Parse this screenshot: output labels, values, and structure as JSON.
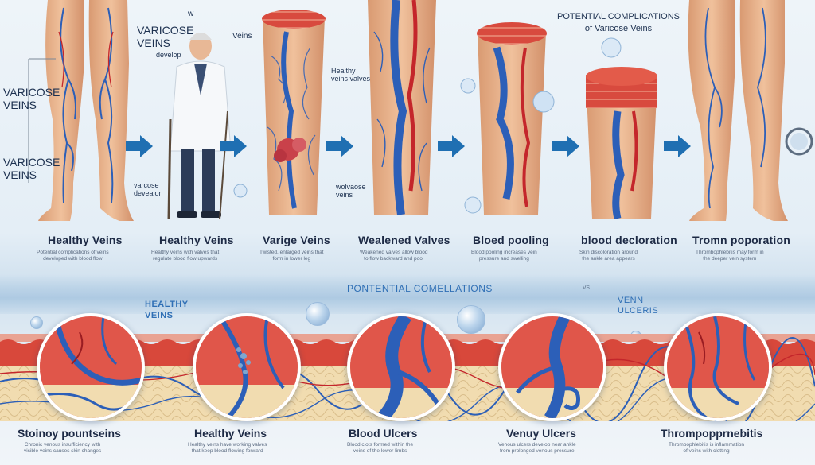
{
  "top_labels": {
    "varicose_veins_a": "VARICOSE\nVEINS",
    "varicose_veins_b": "VARICOSE\nVEINS",
    "varicose_develop": "VARICOSE\nVEINS",
    "develop_sub": "develop",
    "veins": "Veins",
    "healthy_veins_valves": "Healthy\nveins valves",
    "potential_complications_header": "POTENTIAL COMPLICATIONS\nof Varicose Veins",
    "varcose_devealon": "varcose\ndevealon",
    "wolvaose_veins": "wolvaose\nveins",
    "w_mark": "w"
  },
  "stages": [
    {
      "title": "Healthy Veins",
      "desc": "Potential complications of veins\ndeveloped with blood flow"
    },
    {
      "title": "Healthy Veins",
      "desc": "Healthy veins with valves that\nregulate blood flow upwards"
    },
    {
      "title": "Varige Veins",
      "desc": "Twisted, enlarged veins that\nform in lower leg"
    },
    {
      "title": "Wealened Valves",
      "desc": "Weakened valves allow blood\nto flow backward and pool"
    },
    {
      "title": "Bloed pooling",
      "desc": "Blood pooling increases vein\npressure and swelling"
    },
    {
      "title": "blood decloration",
      "desc": "Skin discoloration around\nthe ankle area appears"
    },
    {
      "title": "Tromn poporation",
      "desc": "Thrombophlebitis may form in\nthe deeper vein system"
    }
  ],
  "middle": {
    "banner": "PONTENTIAL COMELLATIONS",
    "healthy_veins": "HEALTHY\nVEINS",
    "venn_ulceris": "VENN\nULCERIS",
    "vs_mark": "vs"
  },
  "complications": [
    {
      "title": "Stoinoy pountseins",
      "desc": "Chronic venous insufficiency with\nvisible veins causes skin changes"
    },
    {
      "title": "Healthy Veins",
      "desc": "Healthy veins have working valves\nthat keep blood flowing forward"
    },
    {
      "title": "Blood Ulcers",
      "desc": "Blood clots formed within the\nveins of the lower limbs"
    },
    {
      "title": "Venuy Ulcers",
      "desc": "Venous ulcers develop near ankle\nfrom prolonged venous pressure"
    },
    {
      "title": "Thrompopprnebitis",
      "desc": "Thrombophlebitis is inflammation\nof veins with clotting"
    }
  ],
  "colors": {
    "vein_blue": "#2c5fb8",
    "artery_red": "#c4262b",
    "skin": "#e9b48e",
    "arrow_blue": "#1f6fb2",
    "tissue_red": "#d8483b",
    "fat_cream": "#f1dcb0"
  },
  "icons": [
    "right-arrow-icon",
    "magnifier-icon",
    "bubble-icon"
  ]
}
